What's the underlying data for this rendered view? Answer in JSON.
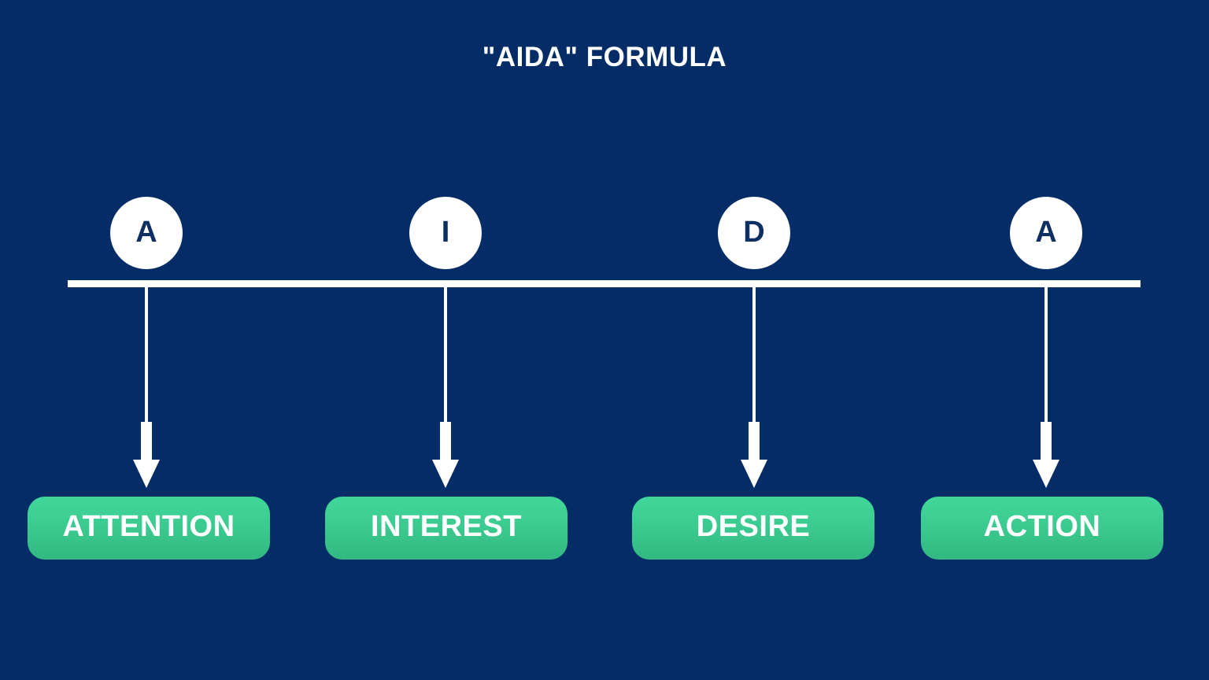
{
  "page": {
    "title": "\"AIDA\" FORMULA",
    "background_color": "#042c66",
    "accent_color": "#3bcb90",
    "circle_color": "#ffffff",
    "circle_text_color": "#0d2f62",
    "line_color": "#ffffff"
  },
  "diagram": {
    "type": "linear-timeline",
    "axis_label": "timeline-axis",
    "steps": [
      {
        "letter": "A",
        "label": "ATTENTION",
        "circle_name": "step-circle-attention",
        "arrow_name": "arrow-attention",
        "pill_name": "stage-pill-attention"
      },
      {
        "letter": "I",
        "label": "INTEREST",
        "circle_name": "step-circle-interest",
        "arrow_name": "arrow-interest",
        "pill_name": "stage-pill-interest"
      },
      {
        "letter": "D",
        "label": "DESIRE",
        "circle_name": "step-circle-desire",
        "arrow_name": "arrow-desire",
        "pill_name": "stage-pill-desire"
      },
      {
        "letter": "A",
        "label": "ACTION",
        "circle_name": "step-circle-action",
        "arrow_name": "arrow-action",
        "pill_name": "stage-pill-action"
      }
    ]
  }
}
